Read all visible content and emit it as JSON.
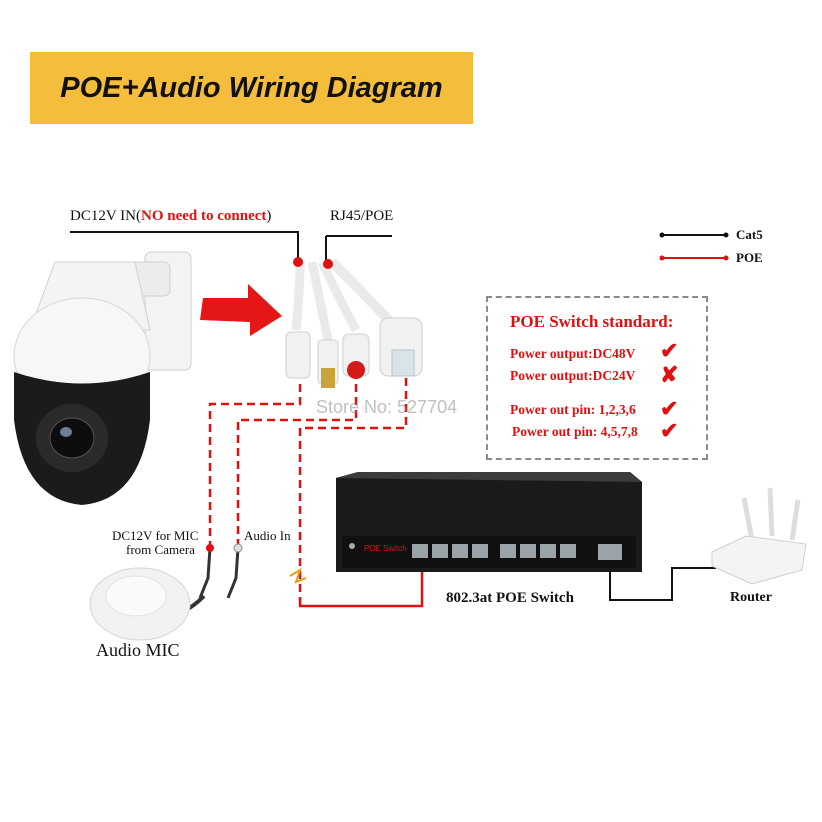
{
  "banner": {
    "title": "POE+Audio Wiring Diagram"
  },
  "labels": {
    "dc12v_in_prefix": "DC12V IN(",
    "dc12v_in_highlight": "NO need to connect",
    "dc12v_in_suffix": ")",
    "rj45": "RJ45/POE",
    "dc12v_mic_line1": "DC12V for MIC",
    "dc12v_mic_line2": "from Camera",
    "audio_in": "Audio In",
    "audio_mic": "Audio MIC",
    "switch_model": "802.3at  POE Switch",
    "router": "Router",
    "switch_badge": "POE Switch",
    "watermark": "Store No: 527704"
  },
  "legend": [
    {
      "label": "Cat5",
      "color": "#111111"
    },
    {
      "label": "POE",
      "color": "#e01010"
    }
  ],
  "standard": {
    "title": "POE Switch standard:",
    "items": [
      {
        "text": "Power output:DC48V",
        "mark": "✔"
      },
      {
        "text": "Power output:DC24V",
        "mark": "✘"
      },
      {
        "text": "Power out pin: 1,2,3,6",
        "mark": "✔"
      },
      {
        "text": "Power out pin: 4,5,7,8",
        "mark": "✔"
      }
    ]
  },
  "colors": {
    "banner": "#f5bd3c",
    "poe": "#e01010",
    "cat5": "#111111"
  }
}
